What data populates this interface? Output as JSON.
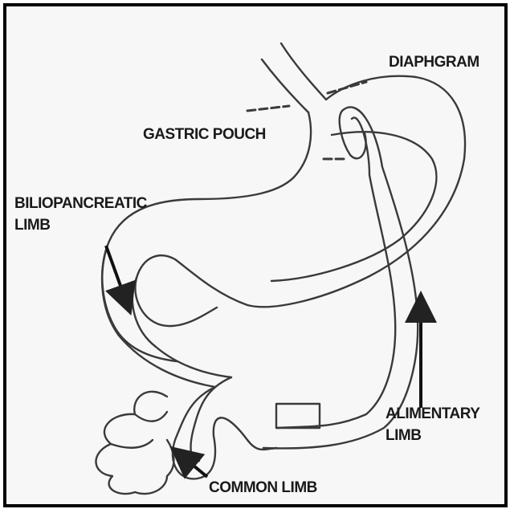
{
  "labels": {
    "diaphragm": "DIAPHGRAM",
    "gastric_pouch": "GASTRIC POUCH",
    "biliopancreatic_line1": "BILIOPANCREATIC",
    "biliopancreatic_line2": "LIMB",
    "alimentary_line1": "ALIMENTARY",
    "alimentary_line2": "LIMB",
    "common_limb": "COMMON LIMB"
  },
  "colors": {
    "line": "#3a3a3a",
    "text": "#1a1a1a",
    "frame": "#000000",
    "background": "#f7f7f7"
  }
}
